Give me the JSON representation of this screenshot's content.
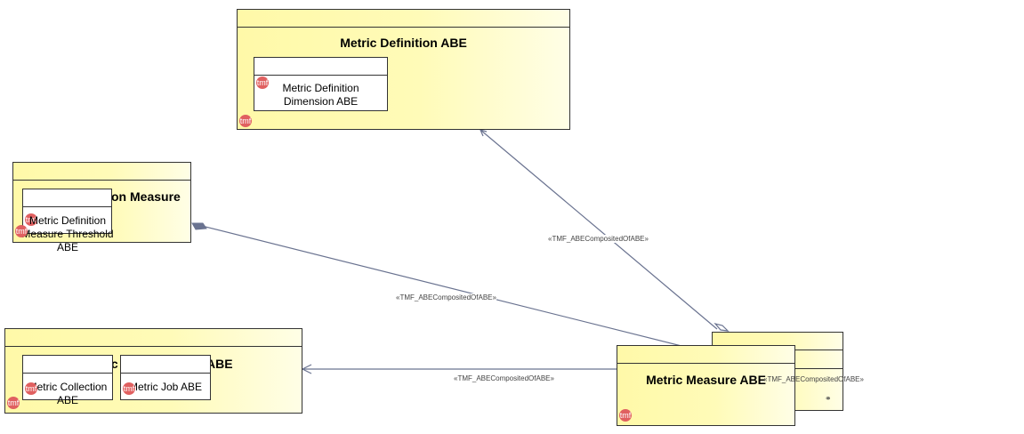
{
  "packages": {
    "metric_definition": {
      "title": "Metric Definition ABE",
      "child": "Metric Definition Dimension ABE"
    },
    "measure": {
      "title": "on Measure",
      "child": "Metric Definition Measure Threshold ABE"
    },
    "collection": {
      "title": "ic",
      "title2": "ABE",
      "child_a": "Metric Collection ABE",
      "child_b": "Metric Job ABE"
    },
    "metric_measure": {
      "title": "Metric Measure ABE"
    }
  },
  "relations": {
    "label_1": "«TMF_ABECompositedOfABE»",
    "label_2": "«TMF_ABECompositedOfABE»",
    "label_3": "«TMF_ABECompositedOfABE»",
    "label_4": "«TMF_ABECompositedOfABE»"
  },
  "icons": {
    "tmf_badge": "tmf",
    "badge_color": "#e06060"
  }
}
